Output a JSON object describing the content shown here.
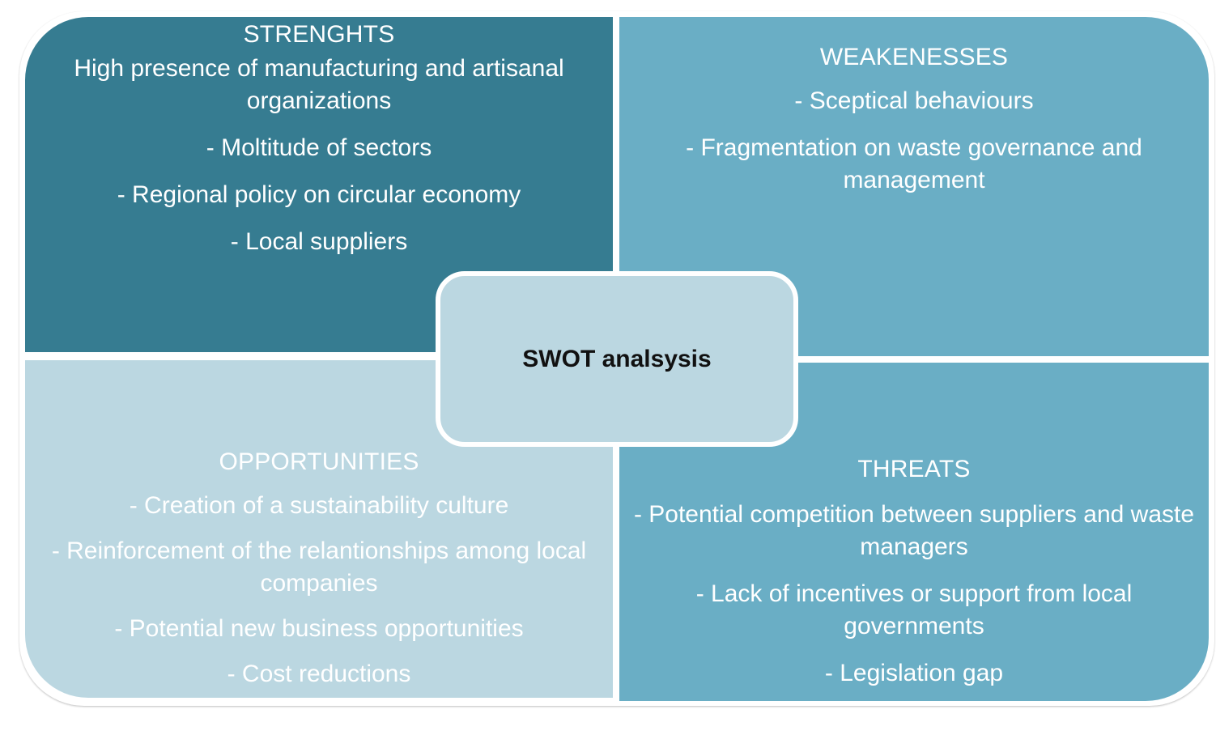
{
  "diagram": {
    "center_label": "SWOT analsysis",
    "colors": {
      "strengths_bg": "#367c91",
      "weaknesses_bg": "#6aaec5",
      "opportunities_bg": "#bbd7e1",
      "threats_bg": "#6aaec5",
      "center_bg": "#bbd7e1",
      "text": "#ffffff",
      "center_text": "#111111"
    },
    "strengths": {
      "title": "STRENGHTS",
      "items": [
        "High presence of manufacturing and artisanal organizations",
        "- Moltitude of sectors",
        "-  Regional policy on circular economy",
        "- Local suppliers"
      ]
    },
    "weaknesses": {
      "title": "WEAKENESSES",
      "items": [
        "- Sceptical behaviours",
        "- Fragmentation on waste governance and management"
      ]
    },
    "opportunities": {
      "title": "OPPORTUNITIES",
      "items": [
        "- Creation of a sustainability culture",
        "- Reinforcement of the relantionships among local companies",
        "- Potential new business opportunities",
        "- Cost reductions"
      ]
    },
    "threats": {
      "title": "THREATS",
      "items": [
        "- Potential competition between suppliers and waste managers",
        "- Lack of incentives or support from local governments",
        "- Legislation gap"
      ]
    }
  }
}
